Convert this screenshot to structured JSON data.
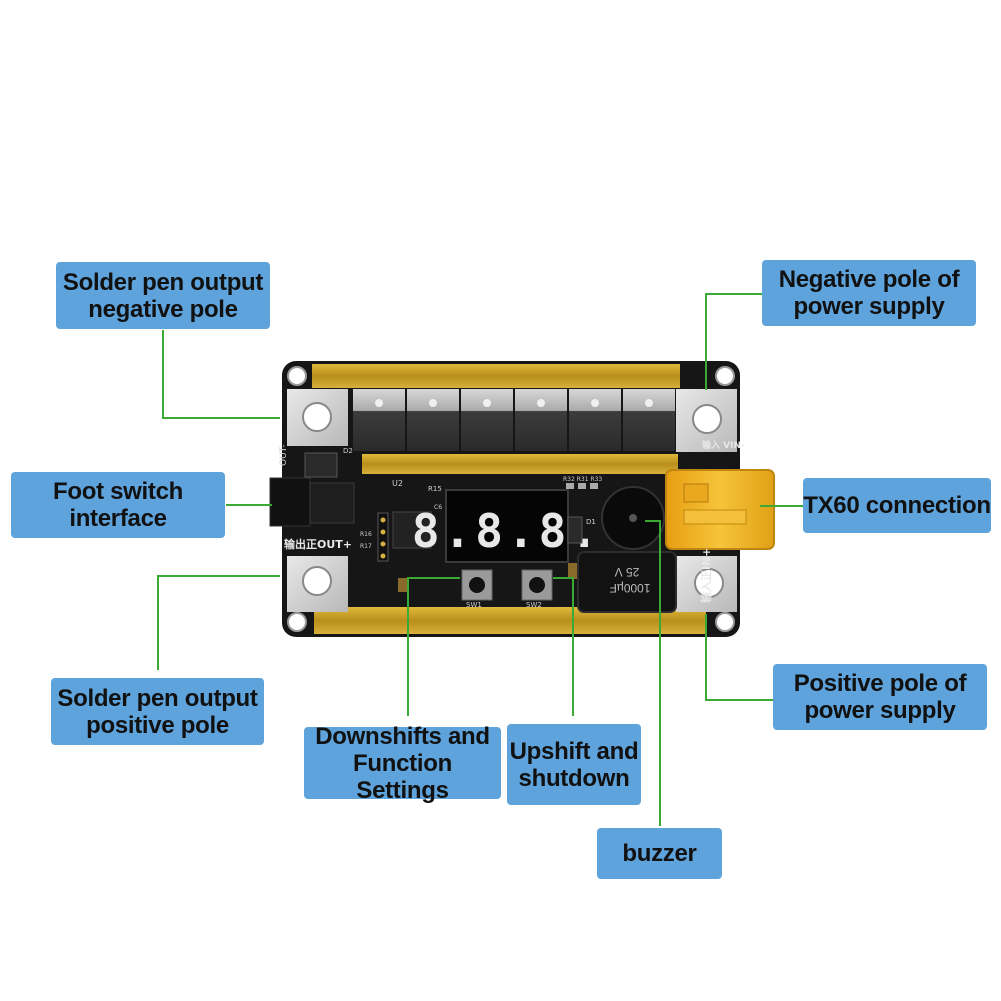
{
  "callouts": {
    "solder_negative": "Solder pen output\nnegative pole",
    "foot_switch": "Foot switch\ninterface",
    "solder_positive": "Solder pen output\npositive pole",
    "downshift": "Downshifts and\nFunction Settings",
    "upshift": "Upshift and\nshutdown",
    "buzzer": "buzzer",
    "supply_negative": "Negative pole of\npower supply",
    "tx60": "TX60 connection",
    "supply_positive": "Positive pole of\npower supply"
  },
  "board": {
    "display": "8.8.8.",
    "silk_out": "输出正OUT+",
    "silk_in": "输入正IN+",
    "silk_vin": "输入 VIN-",
    "silk_out_minus": "OUT-",
    "silk_cap_voltage": "25 V",
    "silk_cap_value": "1000µF",
    "silk_u2": "U2",
    "silk_sw1": "SW1",
    "silk_sw2": "SW2",
    "silk_r15": "R15",
    "silk_d2": "D2",
    "silk_d1": "D1",
    "silk_r32": "R32 R31 R33",
    "silk_r16": "R16",
    "silk_r17": "R17",
    "silk_c6": "C6"
  },
  "colors": {
    "callout_bg": "#5ea3dc",
    "leader_line": "#3aaa35",
    "pcb": "#141414",
    "copper": "#c9a227",
    "display_segments": "#e8e8e8",
    "connector": "#f2b51c"
  }
}
